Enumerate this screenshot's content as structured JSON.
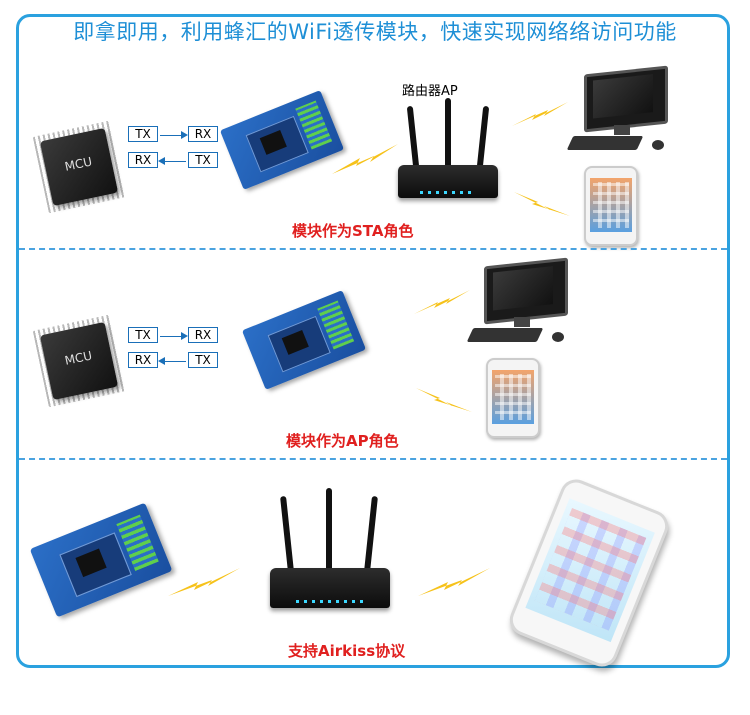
{
  "headline": "即拿即用，利用蜂汇的WiFi透传模块，快速实现网络络访问功能",
  "router_label": "路由器AP",
  "mcu_label": "MCU",
  "pins": {
    "tx": "TX",
    "rx": "RX"
  },
  "captions": {
    "sta": "模块作为STA角色",
    "ap": "模块作为AP角色",
    "airkiss": "支持Airkiss协议"
  },
  "colors": {
    "border": "#2aa1df",
    "headline": "#1e8fd6",
    "caption": "#e0201f",
    "bolt": "#f6c21a"
  }
}
